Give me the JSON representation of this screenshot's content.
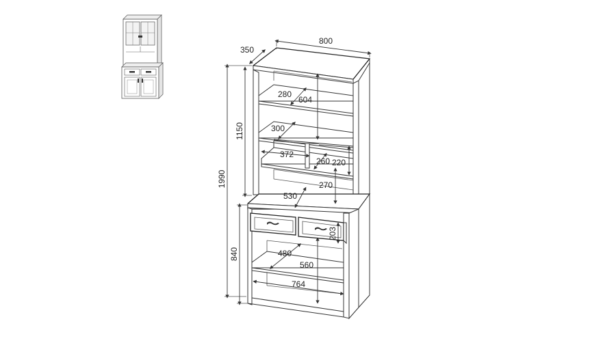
{
  "dimensions": {
    "depth": "350",
    "width": "800",
    "total_height": "1990",
    "top_height": "1150",
    "bottom_height": "840",
    "upper_shelf_depth": "280",
    "upper_shelf_gap": "604",
    "mid_shelf_depth": "300",
    "niche_width": "372",
    "niche_depth": "260",
    "niche_height": "220",
    "open_gap": "270",
    "worktop_depth": "530",
    "drawer_height": "203",
    "lower_shelf_depth": "480",
    "lower_gap": "560",
    "inner_width": "764"
  }
}
